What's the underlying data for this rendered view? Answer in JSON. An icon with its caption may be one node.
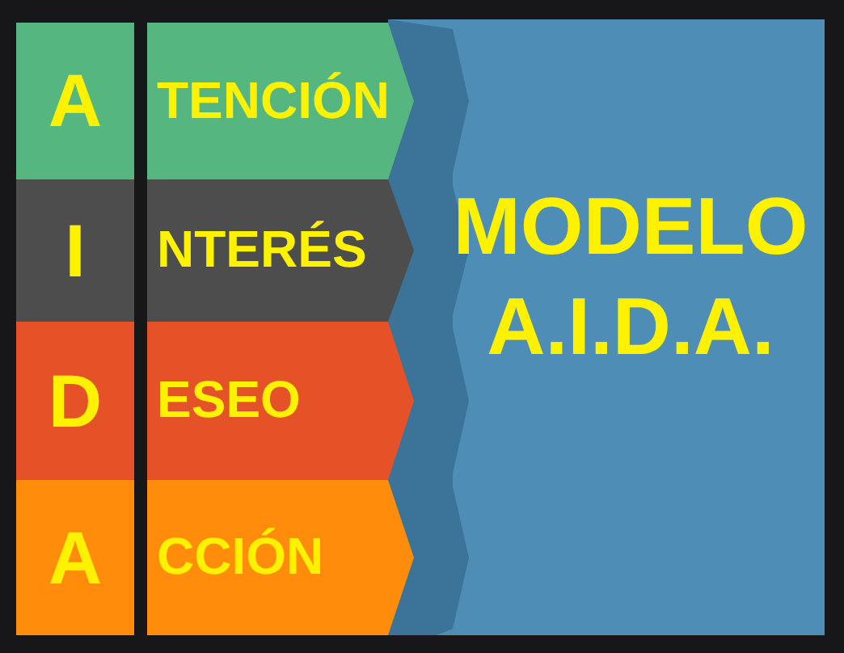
{
  "diagram": {
    "nodes": [
      {
        "text": [
          "A"
        ]
      },
      {
        "text": [
          "TENCIÓN"
        ]
      },
      {
        "text": [
          "I"
        ]
      },
      {
        "text": [
          "NTERÉS"
        ]
      },
      {
        "text": [
          "D"
        ]
      },
      {
        "text": [
          "ESEO"
        ]
      },
      {
        "text": [
          "A"
        ]
      },
      {
        "text": [
          "CCIÓN"
        ]
      },
      {
        "text": [
          "MODELO A.I.D.A."
        ]
      }
    ]
  }
}
